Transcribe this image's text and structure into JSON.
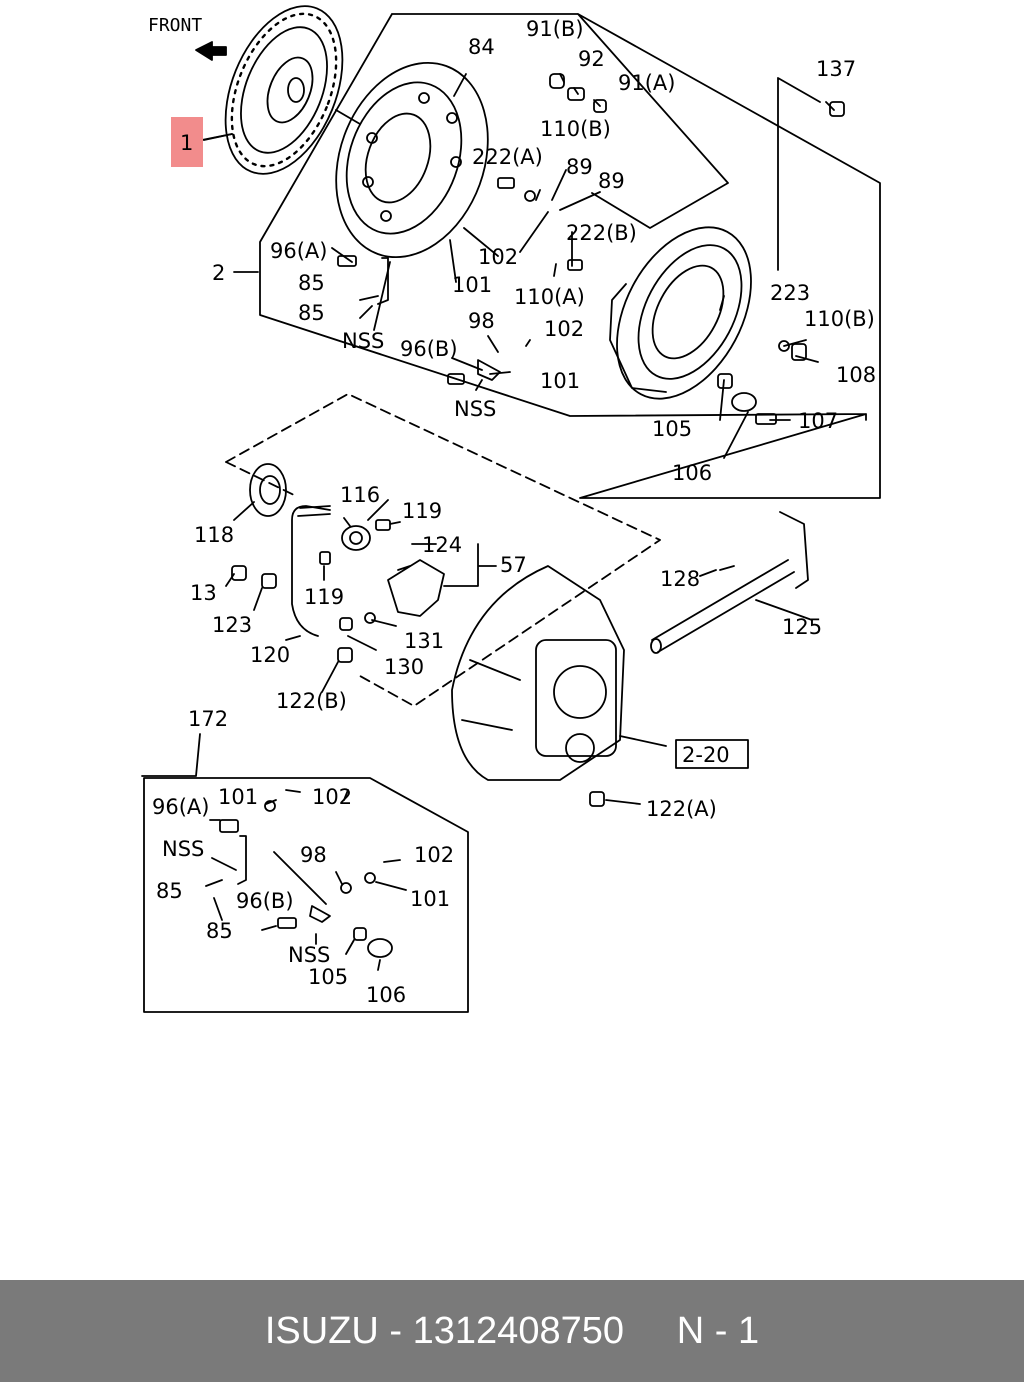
{
  "diagram": {
    "front_label": "FRONT",
    "highlight_color": "#f28c8c",
    "labels": {
      "p1": "1",
      "p2": "2",
      "p84": "84",
      "p91b": "91(B)",
      "p92": "92",
      "p91a": "91(A)",
      "p137": "137",
      "p110b_top": "110(B)",
      "p222a_top": "222(A)",
      "p89_a": "89",
      "p89_b": "89",
      "p222b": "222(B)",
      "p96a_top": "96(A)",
      "p101_top": "101",
      "p102_top": "102",
      "p110a": "110(A)",
      "p223": "223",
      "p85_a": "85",
      "p85_b": "85",
      "pnss_a": "NSS",
      "p98_top": "98",
      "p102_mid": "102",
      "p96b_top": "96(B)",
      "p101_mid": "101",
      "pnss_b": "NSS",
      "p110b_right": "110(B)",
      "p108": "108",
      "p105_top": "105",
      "p107": "107",
      "p106_top": "106",
      "p118": "118",
      "p116": "116",
      "p119_a": "119",
      "p124": "124",
      "p57": "57",
      "p13": "13",
      "p119_b": "119",
      "p123": "123",
      "p128": "128",
      "p131": "131",
      "p125": "125",
      "p120": "120",
      "p130": "130",
      "p122b": "122(B)",
      "p2_20": "2-20",
      "p172": "172",
      "p122a": "122(A)",
      "i96a": "96(A)",
      "i101": "101",
      "i102_a": "102",
      "inss_a": "NSS",
      "i98": "98",
      "i102_b": "102",
      "i85_a": "85",
      "i101_b": "101",
      "i96b": "96(B)",
      "i85_b": "85",
      "inss_b": "NSS",
      "i105": "105",
      "i106": "106"
    }
  },
  "footer": {
    "text": "ISUZU - 1312408750     N - 1"
  }
}
